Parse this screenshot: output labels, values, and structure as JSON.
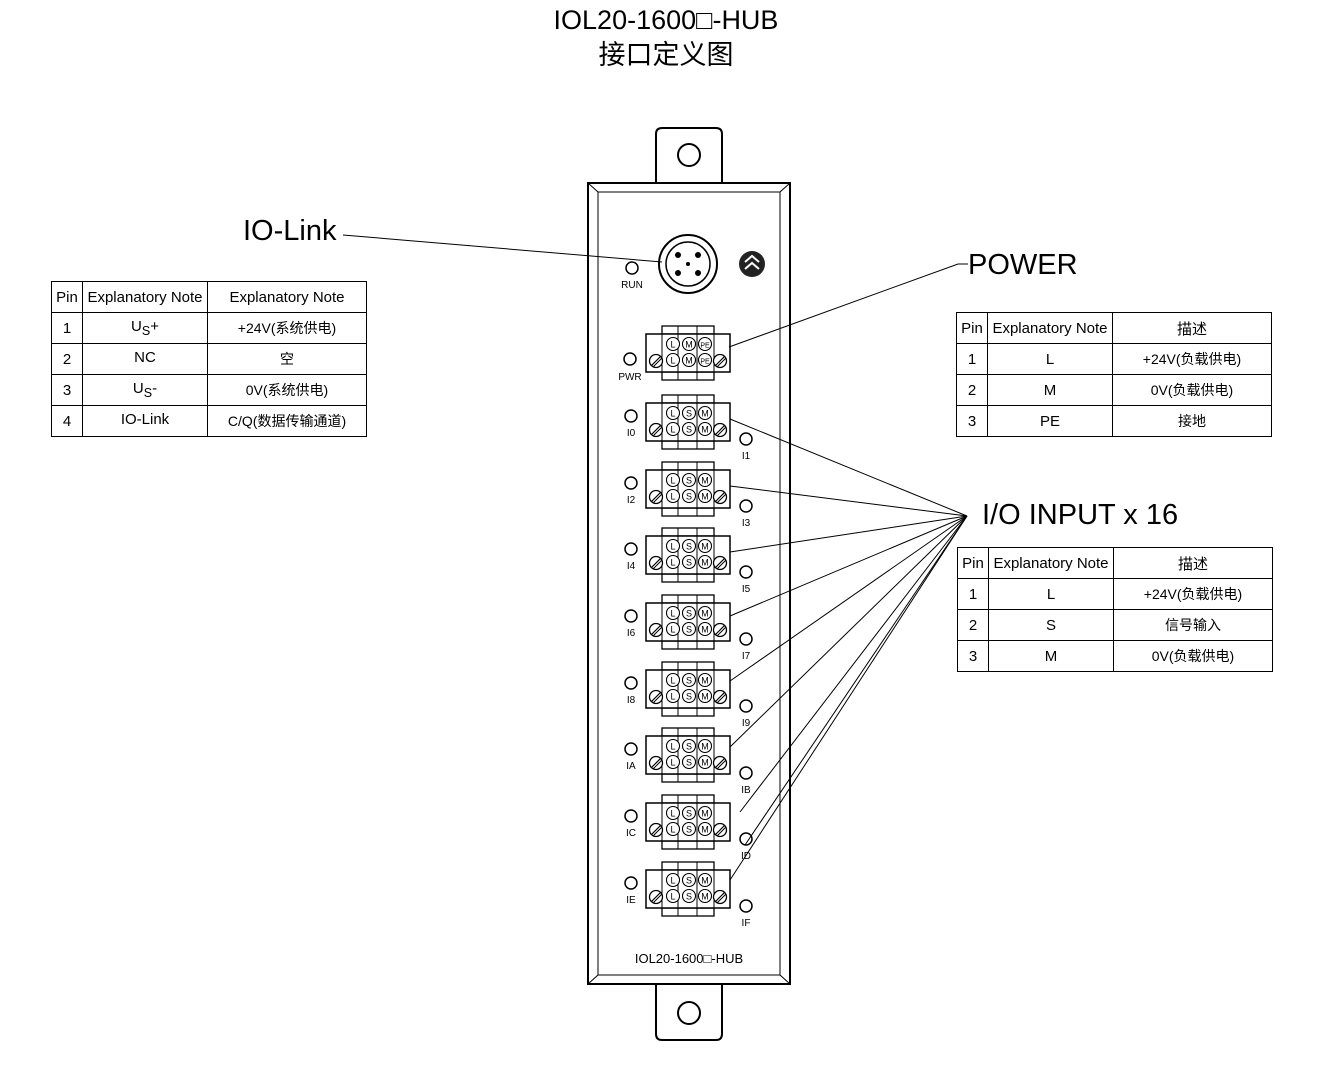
{
  "title": {
    "line1": "IOL20-1600□-HUB",
    "line2": "接口定义图"
  },
  "device": {
    "label": "IOL20-1600□-HUB",
    "run_led": "RUN",
    "pwr_led": "PWR",
    "power_terminal_pins": [
      "L",
      "M",
      "PE"
    ],
    "input_terminal_pins": [
      "L",
      "S",
      "M"
    ],
    "input_leds": [
      "I0",
      "I1",
      "I2",
      "I3",
      "I4",
      "I5",
      "I6",
      "I7",
      "I8",
      "I9",
      "IA",
      "IB",
      "IC",
      "ID",
      "IE",
      "IF"
    ]
  },
  "iolink": {
    "callout": "IO-Link",
    "table": {
      "headers": [
        "Pin",
        "Explanatory Note",
        "Explanatory Note"
      ],
      "rows": [
        {
          "pin": "1",
          "main": "U",
          "sub": "S",
          "suffix": "+",
          "desc": "+24V(系统供电)"
        },
        {
          "pin": "2",
          "main": "NC",
          "sub": "",
          "suffix": "",
          "desc": "空"
        },
        {
          "pin": "3",
          "main": "U",
          "sub": "S",
          "suffix": "-",
          "desc": "0V(系统供电)"
        },
        {
          "pin": "4",
          "main": "IO-Link",
          "sub": "",
          "suffix": "",
          "desc": "C/Q(数据传输通道)"
        }
      ]
    }
  },
  "power": {
    "callout": "POWER",
    "table": {
      "headers": [
        "Pin",
        "Explanatory Note",
        "描述"
      ],
      "rows": [
        {
          "pin": "1",
          "note": "L",
          "desc": "+24V(负载供电)"
        },
        {
          "pin": "2",
          "note": "M",
          "desc": "0V(负载供电)"
        },
        {
          "pin": "3",
          "note": "PE",
          "desc": "接地"
        }
      ]
    }
  },
  "io_input": {
    "callout": "I/O INPUT x 16",
    "table": {
      "headers": [
        "Pin",
        "Explanatory Note",
        "描述"
      ],
      "rows": [
        {
          "pin": "1",
          "note": "L",
          "desc": "+24V(负载供电)"
        },
        {
          "pin": "2",
          "note": "S",
          "desc": "信号输入"
        },
        {
          "pin": "3",
          "note": "M",
          "desc": "0V(负载供电)"
        }
      ]
    }
  }
}
